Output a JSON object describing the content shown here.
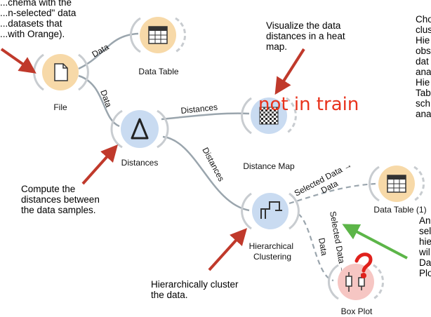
{
  "annotations": {
    "top_left": "...chema with the\n...n-selected\" data\n...datasets that\n...with Orange).",
    "top_center": "Visualize the data\ndistances in a heat\nmap.",
    "top_right": "Cho\nclus\nHie\nobs\ndat\nana\nHie\nTab\nsch\nana",
    "distances_note": "Compute the\ndistances between\nthe data samples.",
    "clustering_note": "Hierarchically cluster\nthe data.",
    "right_bottom": "An\nsel\nhie\nwil\nDa\nPlo"
  },
  "nodes": {
    "file": "File",
    "data_table": "Data Table",
    "distances": "Distances",
    "distance_map": "Distance Map",
    "hierarchical_clustering": "Hierarchical\nClustering",
    "data_table_1": "Data Table (1)",
    "box_plot": "Box Plot"
  },
  "links": {
    "file_to_table": "Data",
    "file_to_distances": "Data",
    "distances_to_map": "Distances",
    "distances_to_clustering": "Distances",
    "clustering_to_table1_a": "Selected Data →",
    "clustering_to_table1_b": "Data",
    "clustering_to_boxplot_a": "Selected Data →",
    "clustering_to_boxplot_b": "Data"
  },
  "watermark": "not in train",
  "colors": {
    "file_node": "#f7d9a8",
    "table_node": "#f7d9a8",
    "distances_node": "#c9dbf1",
    "map_node": "#c9dbf1",
    "clustering_node": "#c9dbf1",
    "boxplot_node": "#f6c6c3",
    "arrow_red": "#c0392b",
    "arrow_green": "#5cb548",
    "wire": "#9aa5ad",
    "watermark": "#e8331c"
  }
}
